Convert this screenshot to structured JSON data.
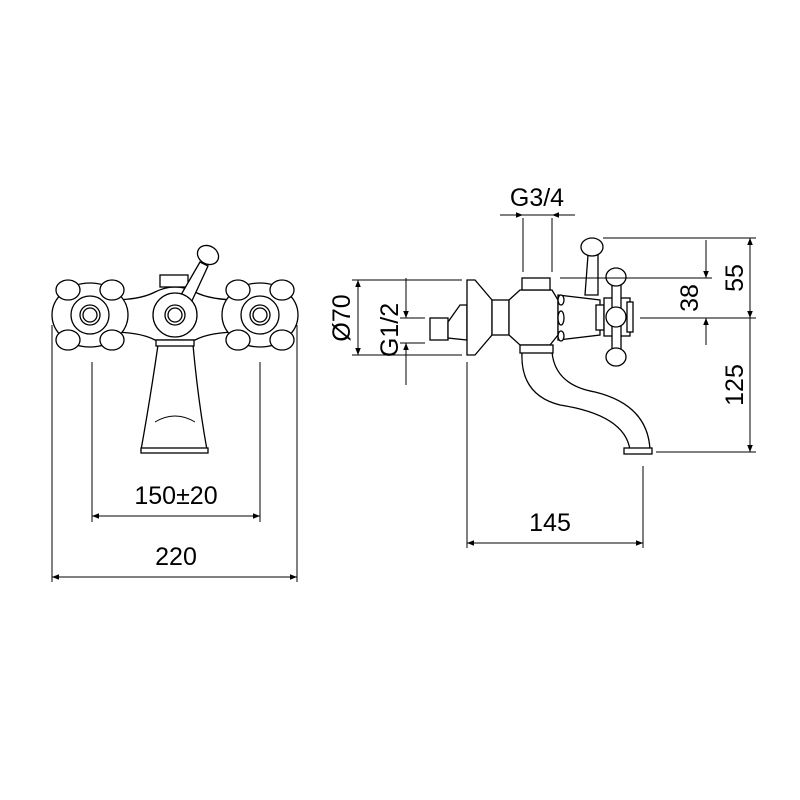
{
  "drawing": {
    "front_view": {
      "dim_inner": "150±20",
      "dim_overall": "220"
    },
    "side_view": {
      "dim_top_inlet": "G3/4",
      "dim_handle_height": "55",
      "dim_top_offset": "38",
      "dim_spout_drop": "125",
      "dim_flange_diameter": "Ø70",
      "dim_wall_inlet": "G1/2",
      "dim_projection": "145"
    },
    "colors": {
      "line": "#000000",
      "background": "#ffffff"
    }
  }
}
